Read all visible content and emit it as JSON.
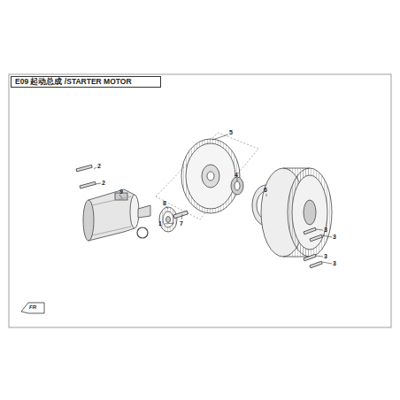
{
  "diagram": {
    "nodes": [
      {
        "text": [
          "E09 起动总成 /STARTER MOTOR"
        ]
      }
    ],
    "labels": [
      "5",
      "2",
      "2",
      "9",
      "8",
      "7",
      "1",
      "4",
      "6",
      "3",
      "3",
      "3",
      "3",
      "FR"
    ]
  }
}
